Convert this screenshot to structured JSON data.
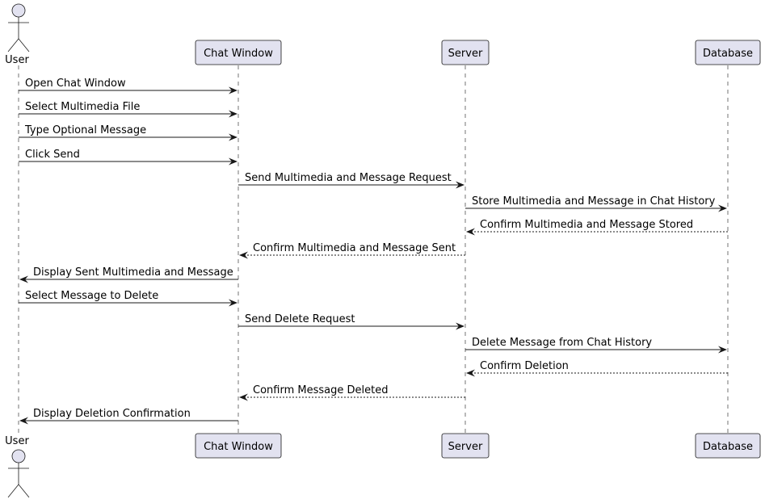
{
  "participants": [
    {
      "id": "user",
      "label": "User",
      "kind": "actor"
    },
    {
      "id": "chat",
      "label": "Chat Window",
      "kind": "participant"
    },
    {
      "id": "server",
      "label": "Server",
      "kind": "participant"
    },
    {
      "id": "db",
      "label": "Database",
      "kind": "participant"
    }
  ],
  "messages": [
    {
      "from": "user",
      "to": "chat",
      "text": "Open Chat Window",
      "style": "solid"
    },
    {
      "from": "user",
      "to": "chat",
      "text": "Select Multimedia File",
      "style": "solid"
    },
    {
      "from": "user",
      "to": "chat",
      "text": "Type Optional Message",
      "style": "solid"
    },
    {
      "from": "user",
      "to": "chat",
      "text": "Click Send",
      "style": "solid"
    },
    {
      "from": "chat",
      "to": "server",
      "text": "Send Multimedia and Message Request",
      "style": "solid"
    },
    {
      "from": "server",
      "to": "db",
      "text": "Store Multimedia and Message in Chat History",
      "style": "solid"
    },
    {
      "from": "db",
      "to": "server",
      "text": "Confirm Multimedia and Message Stored",
      "style": "dashed"
    },
    {
      "from": "server",
      "to": "chat",
      "text": "Confirm Multimedia and Message Sent",
      "style": "dashed"
    },
    {
      "from": "chat",
      "to": "user",
      "text": "Display Sent Multimedia and Message",
      "style": "solid"
    },
    {
      "from": "user",
      "to": "chat",
      "text": "Select Message to Delete",
      "style": "solid"
    },
    {
      "from": "chat",
      "to": "server",
      "text": "Send Delete Request",
      "style": "solid"
    },
    {
      "from": "server",
      "to": "db",
      "text": "Delete Message from Chat History",
      "style": "solid"
    },
    {
      "from": "db",
      "to": "server",
      "text": "Confirm Deletion",
      "style": "dashed"
    },
    {
      "from": "server",
      "to": "chat",
      "text": "Confirm Message Deleted",
      "style": "dashed"
    },
    {
      "from": "chat",
      "to": "user",
      "text": "Display Deletion Confirmation",
      "style": "solid"
    }
  ],
  "colors": {
    "participant_fill": "#e2e2f0",
    "line": "#181818",
    "text": "#000000"
  }
}
